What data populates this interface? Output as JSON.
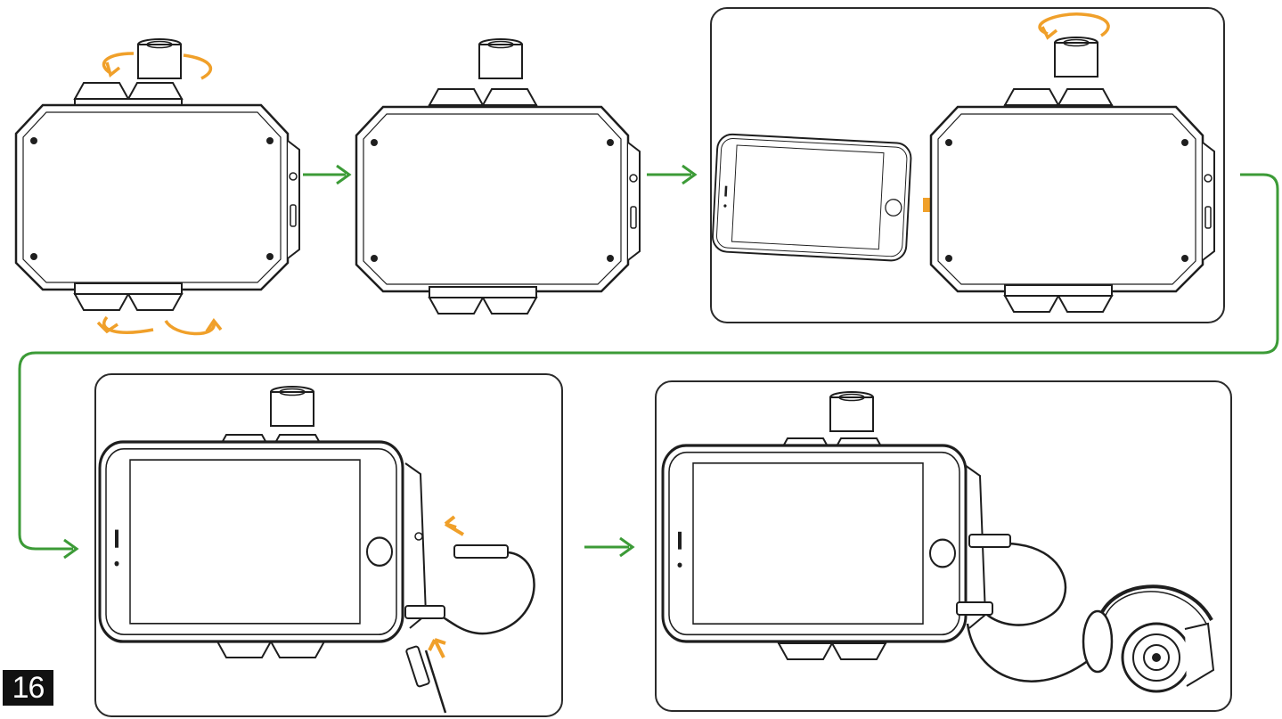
{
  "page": {
    "number": "16"
  },
  "colors": {
    "line": "#1e1e1e",
    "device_fill": "#ffffff",
    "flow_arrow": "#3c9b37",
    "action_arrow": "#f0a02a",
    "panel_border": "#2a2a2a"
  },
  "steps": [
    {
      "id": "step-1",
      "action": "rotate-clamps-loosen",
      "icon": "rotate-arrow-icon"
    },
    {
      "id": "step-2",
      "action": "clamps-open",
      "icon": ""
    },
    {
      "id": "step-3",
      "action": "insert-phone-and-tighten",
      "icon": "push-arrow-icon"
    },
    {
      "id": "step-4",
      "action": "connect-audio-cables",
      "icon": "plug-arrow-icon"
    },
    {
      "id": "step-5",
      "action": "connect-headphones",
      "icon": "headphones-icon"
    }
  ]
}
